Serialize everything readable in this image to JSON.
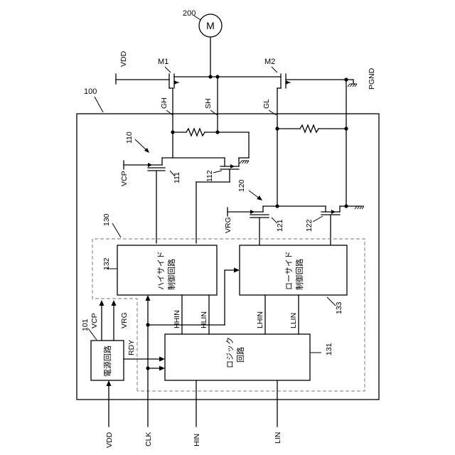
{
  "refs": {
    "motor": "200",
    "motor_symbol": "M",
    "ic": "100",
    "power_circuit": "101",
    "hs_driver": "110",
    "ls_driver": "120",
    "control_area": "130",
    "logic": "131",
    "hs_ctrl": "132",
    "ls_ctrl": "133",
    "tr111": "111",
    "tr112": "112",
    "tr121": "121",
    "tr122": "122"
  },
  "signals": {
    "vdd_top": "VDD",
    "m1": "M1",
    "m2": "M2",
    "pgnd": "PGND",
    "gh": "GH",
    "sh": "SH",
    "gl": "GL",
    "vcp_hs": "VCP",
    "vrg_ls": "VRG",
    "vcp_out": "VCP",
    "vrg_out": "VRG",
    "rdy": "RDY",
    "hhin": "HHIN",
    "hlin": "HLIN",
    "lhin": "LHIN",
    "llin": "LLIN",
    "vdd_in": "VDD",
    "clk": "CLK",
    "hin": "HIN",
    "lin": "LIN"
  },
  "blocks": {
    "power_line1": "電源回路",
    "hs_line1": "ハイサイド",
    "hs_line2": "制御回路",
    "ls_line1": "ローサイド",
    "ls_line2": "制御回路",
    "logic_line1": "ロジック",
    "logic_line2": "回路"
  }
}
